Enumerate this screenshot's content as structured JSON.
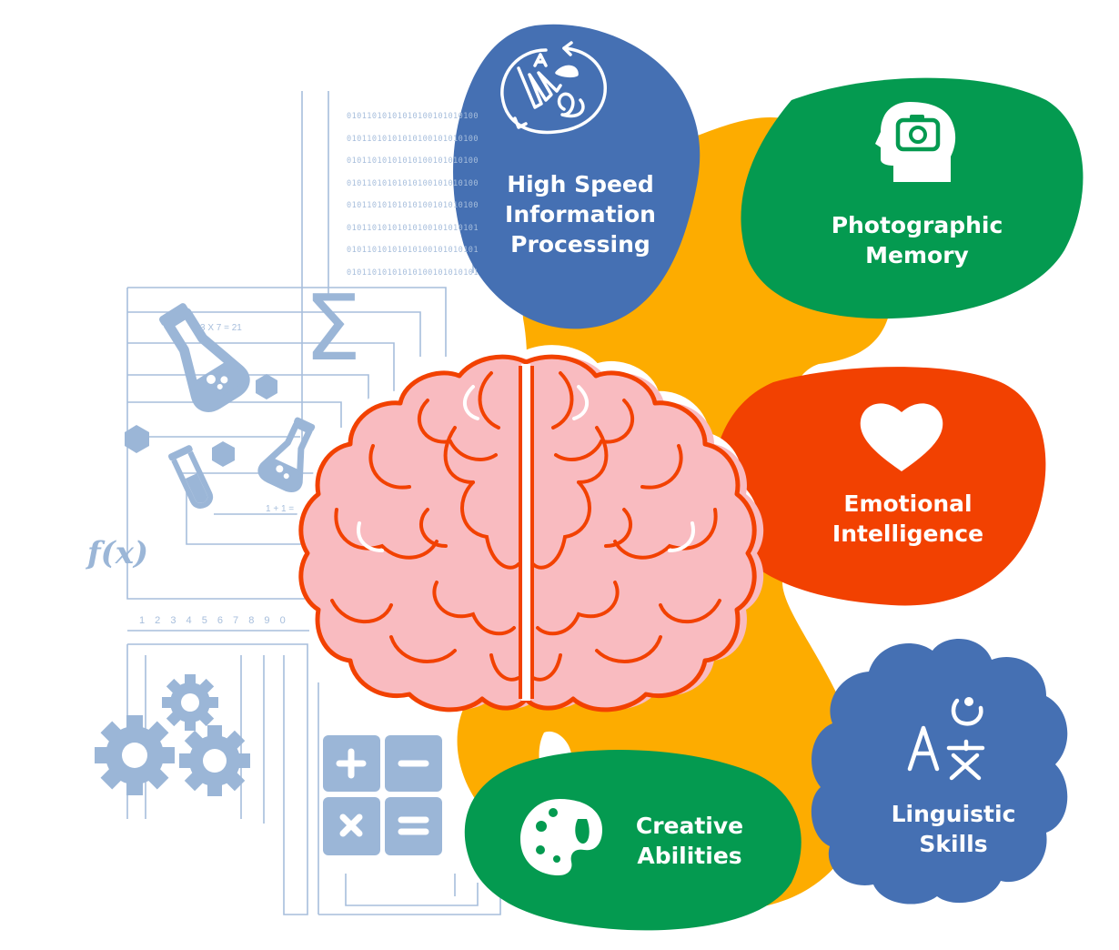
{
  "colors": {
    "blue": "#4570b3",
    "green": "#049a50",
    "red": "#f24101",
    "yellow": "#fdac00",
    "pale_blue": "#9bb6d7",
    "brain_fill": "#f9bbc0",
    "brain_stroke": "#f24101"
  },
  "binary_lines": [
    "01011010101010100101010100",
    "01011010101010100101010100",
    "01011010101010100101010100",
    "01011010101010100101010100",
    "01011010101010100101010100",
    "01011010101010100101010101",
    "01011010101010100101010101",
    "01011010101010100101010101"
  ],
  "math_labels": {
    "multiplication": "3 X 7 = 21",
    "addition": "1 + 1 =",
    "digits": "1 2 3 4 5 6 7 8 9 0",
    "function": "f(x)",
    "sigma": "Σ"
  },
  "traits": [
    {
      "id": "speed",
      "line1": "High Speed",
      "line2": "Information",
      "line3": "Processing",
      "icon": "mind-map-icon"
    },
    {
      "id": "memory",
      "line1": "Photographic",
      "line2": "Memory",
      "icon": "head-camera-icon"
    },
    {
      "id": "emotion",
      "line1": "Emotional",
      "line2": "Intelligence",
      "icon": "heart-icon"
    },
    {
      "id": "language",
      "line1": "Linguistic",
      "line2": "Skills",
      "icon": "translate-icon"
    },
    {
      "id": "creative",
      "line1": "Creative",
      "line2": "Abilities",
      "icon": "palette-icon"
    }
  ]
}
